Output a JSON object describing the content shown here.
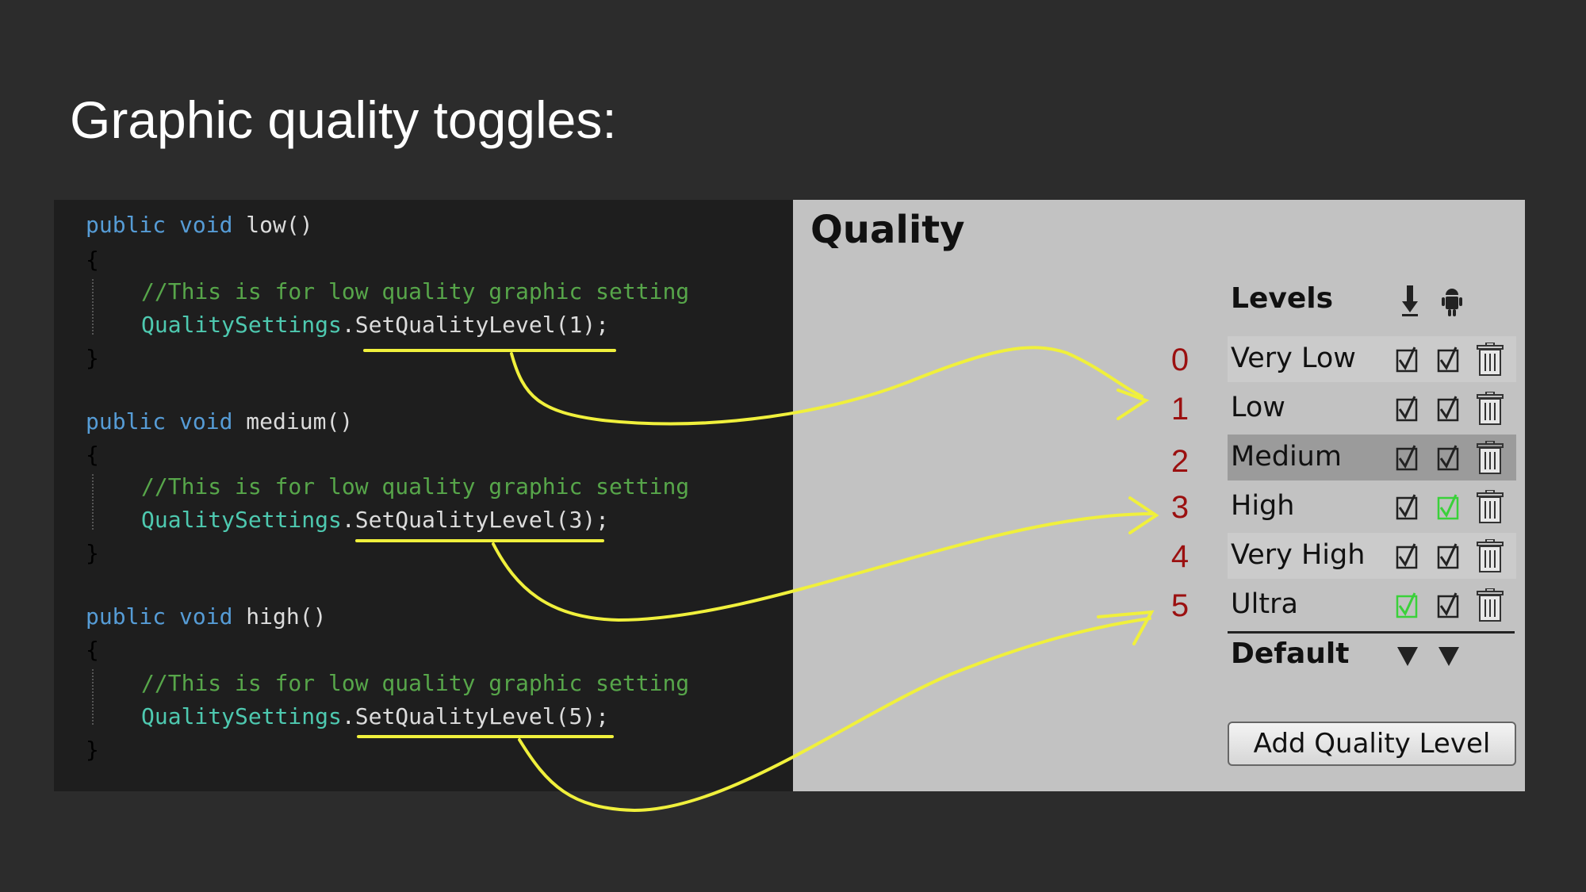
{
  "slide": {
    "title": "Graphic quality toggles:"
  },
  "code": {
    "blocks": [
      {
        "kw": "public void",
        "fn": "low",
        "sig_end": "()",
        "open": "{",
        "comment": "//This is for low quality graphic setting",
        "cls": "QualitySettings",
        "call": ".SetQualityLevel(1);",
        "close": "}"
      },
      {
        "kw": "public void",
        "fn": "medium",
        "sig_end": "()",
        "open": "{",
        "comment": "//This is for low quality graphic setting",
        "cls": "QualitySettings",
        "call": ".SetQualityLevel(3);",
        "close": "}"
      },
      {
        "kw": "public void",
        "fn": "high",
        "sig_end": "()",
        "open": "{",
        "comment": "//This is for low quality graphic setting",
        "cls": "QualitySettings",
        "call": ".SetQualityLevel(5);",
        "close": "}"
      }
    ]
  },
  "quality": {
    "title": "Quality",
    "levels_header": "Levels",
    "platform_icons": [
      "download-icon",
      "android-icon"
    ],
    "levels": [
      {
        "index": "0",
        "name": "Very Low",
        "standalone_default": false,
        "android_default": false
      },
      {
        "index": "1",
        "name": "Low",
        "standalone_default": false,
        "android_default": false
      },
      {
        "index": "2",
        "name": "Medium",
        "standalone_default": false,
        "android_default": false,
        "selected": true
      },
      {
        "index": "3",
        "name": "High",
        "standalone_default": false,
        "android_default": true
      },
      {
        "index": "4",
        "name": "Very High",
        "standalone_default": false,
        "android_default": false
      },
      {
        "index": "5",
        "name": "Ultra",
        "standalone_default": true,
        "android_default": false
      }
    ],
    "default_label": "Default",
    "add_button": "Add Quality Level"
  },
  "colors": {
    "background": "#2c2c2c",
    "code_bg": "#1e1e1e",
    "panel_bg": "#c2c2c2",
    "annotation": "#f0f03c",
    "index_color": "#9b1010",
    "check_default": "#3ad13a"
  }
}
